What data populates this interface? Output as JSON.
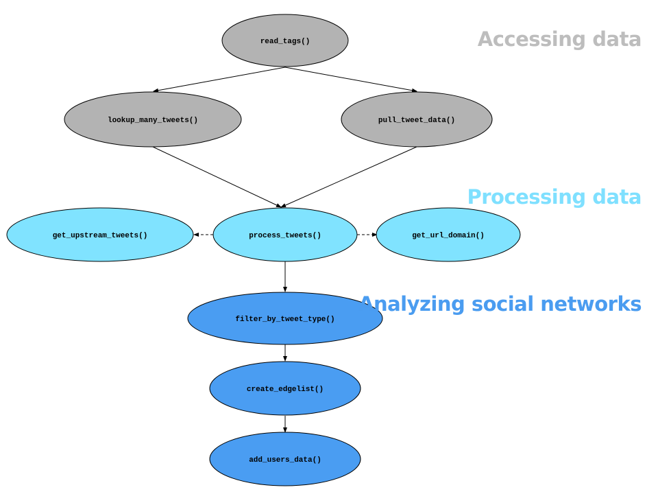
{
  "sections": [
    {
      "id": "accessing",
      "label": "Accessing data",
      "color": "#bdbdbd"
    },
    {
      "id": "processing",
      "label": "Processing data",
      "color": "#7fe0ff"
    },
    {
      "id": "analyzing",
      "label": "Analyzing social networks",
      "color": "#4a9cf0"
    }
  ],
  "colors": {
    "accessing_fill": "#b3b3b3",
    "processing_fill": "#80e3ff",
    "analyzing_fill": "#4a9df2",
    "stroke": "#000000"
  },
  "nodes": [
    {
      "id": "read_tags",
      "label": "read_tags()",
      "group": "accessing"
    },
    {
      "id": "lookup_many_tweets",
      "label": "lookup_many_tweets()",
      "group": "accessing"
    },
    {
      "id": "pull_tweet_data",
      "label": "pull_tweet_data()",
      "group": "accessing"
    },
    {
      "id": "get_upstream_tweets",
      "label": "get_upstream_tweets()",
      "group": "processing"
    },
    {
      "id": "process_tweets",
      "label": "process_tweets()",
      "group": "processing"
    },
    {
      "id": "get_url_domain",
      "label": "get_url_domain()",
      "group": "processing"
    },
    {
      "id": "filter_by_tweet_type",
      "label": "filter_by_tweet_type()",
      "group": "analyzing"
    },
    {
      "id": "create_edgelist",
      "label": "create_edgelist()",
      "group": "analyzing"
    },
    {
      "id": "add_users_data",
      "label": "add_users_data()",
      "group": "analyzing"
    }
  ],
  "edges": [
    {
      "from": "read_tags",
      "to": "lookup_many_tweets",
      "style": "solid"
    },
    {
      "from": "read_tags",
      "to": "pull_tweet_data",
      "style": "solid"
    },
    {
      "from": "lookup_many_tweets",
      "to": "process_tweets",
      "style": "solid"
    },
    {
      "from": "pull_tweet_data",
      "to": "process_tweets",
      "style": "solid"
    },
    {
      "from": "process_tweets",
      "to": "get_upstream_tweets",
      "style": "dashed"
    },
    {
      "from": "process_tweets",
      "to": "get_url_domain",
      "style": "dashed"
    },
    {
      "from": "process_tweets",
      "to": "filter_by_tweet_type",
      "style": "solid"
    },
    {
      "from": "filter_by_tweet_type",
      "to": "create_edgelist",
      "style": "solid"
    },
    {
      "from": "create_edgelist",
      "to": "add_users_data",
      "style": "solid"
    }
  ]
}
